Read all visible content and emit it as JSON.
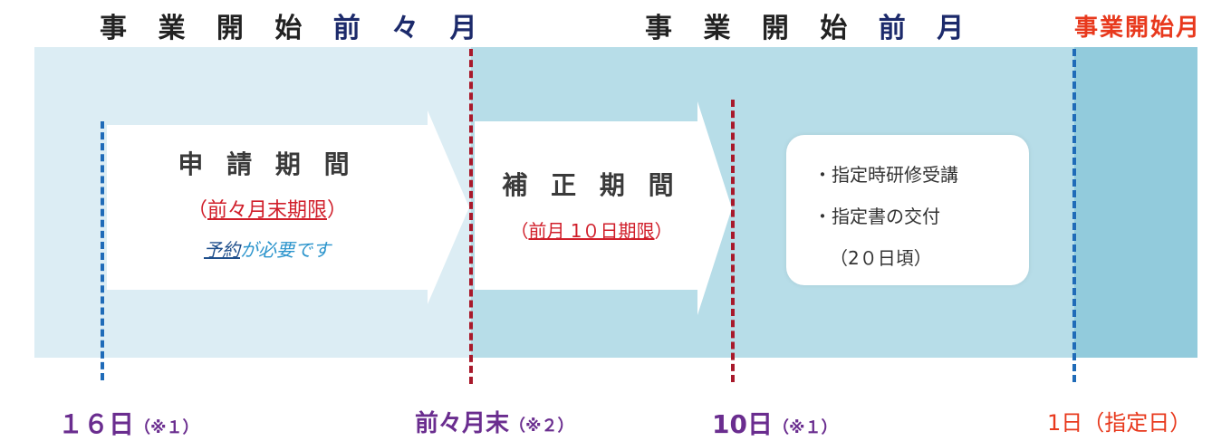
{
  "headers": {
    "month_before_last_prefix": "事 業 開 始",
    "month_before_last_suffix": "前 々 月",
    "previous_month_prefix": "事 業 開 始",
    "previous_month_suffix": "前 月",
    "start_month": "事業開始月"
  },
  "periods": {
    "application": {
      "title": "申 請 期 間",
      "deadline_open": "（",
      "deadline": "前々月末期限",
      "deadline_close": "）",
      "note_underlined": "予約",
      "note_rest": "が必要です"
    },
    "correction": {
      "title": "補 正 期 間",
      "deadline_open": "（",
      "deadline": "前月 1０日期限",
      "deadline_close": "）"
    },
    "designation": {
      "items": [
        "・指定時研修受講",
        "・指定書の交付"
      ],
      "timing": "（2０日頃）"
    }
  },
  "markers": {
    "day16": {
      "label": "１６日",
      "note": "（※１）"
    },
    "end_of_month": {
      "label": "前々月末",
      "note": "（※２）"
    },
    "day10": {
      "label": "10日",
      "note": "（※１）"
    },
    "day1": {
      "label": "1日（指定日）"
    }
  },
  "colors": {
    "band_light": "#dcedf4",
    "band_mid": "#b7dde8",
    "band_dark": "#92cbdc",
    "blue_line": "#1f6bb8",
    "red_line": "#a8192b",
    "purple_text": "#6a2d8f",
    "orange_text": "#e8391d"
  }
}
